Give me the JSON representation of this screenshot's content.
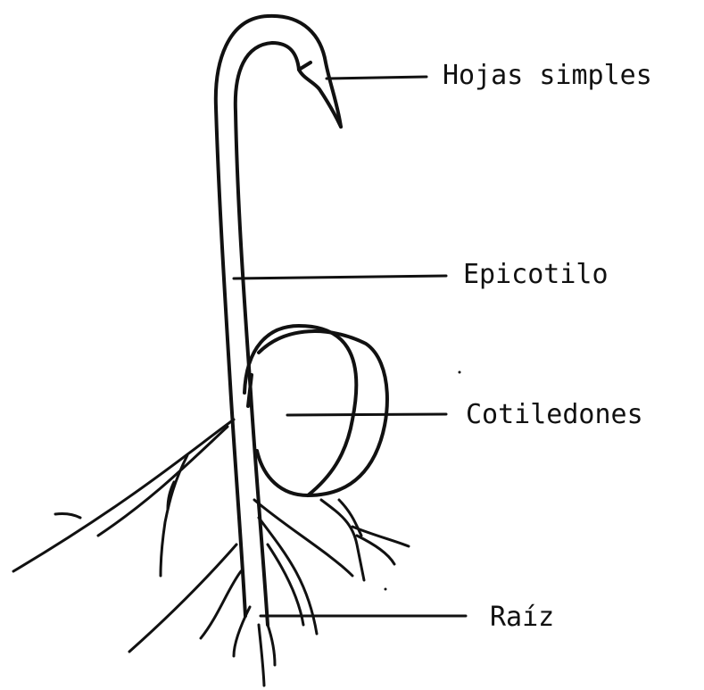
{
  "labels": {
    "hojas": "Hojas simples",
    "epicotilo": "Epicotilo",
    "cotiledones": "Cotiledones",
    "raiz": "Raíz"
  },
  "colors": {
    "ink": "#111111",
    "background": "#ffffff"
  }
}
